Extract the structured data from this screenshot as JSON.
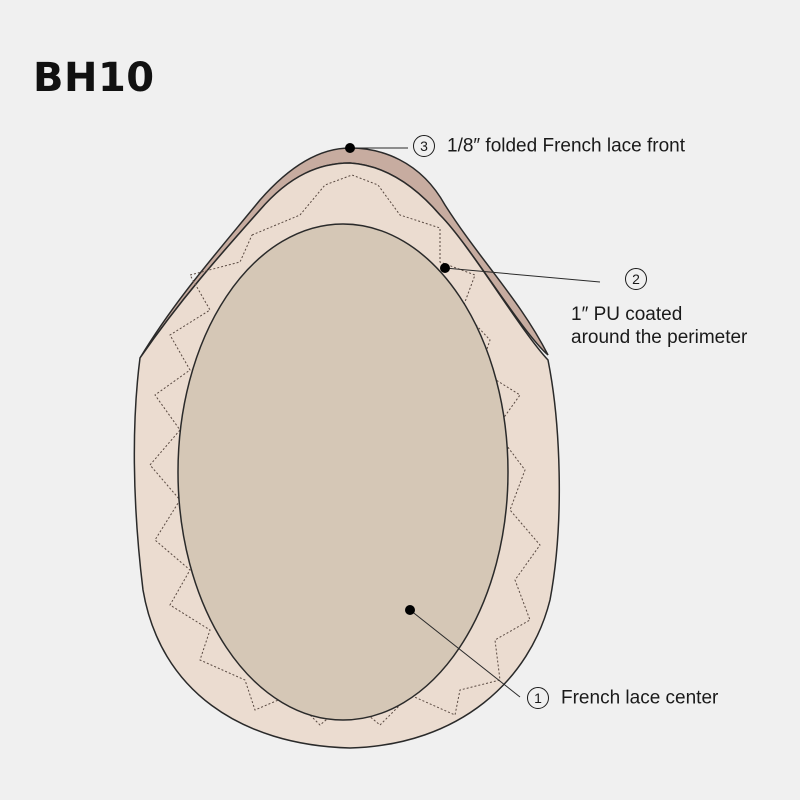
{
  "title": "BH10",
  "callouts": {
    "front": {
      "number": "3",
      "text": "1/8″   folded French lace front",
      "icon": "circled-number"
    },
    "perimeter": {
      "number": "2",
      "line1": "1″  PU coated",
      "line2": "around the perimeter",
      "icon": "circled-number"
    },
    "center": {
      "number": "1",
      "text": "French lace center",
      "icon": "circled-number"
    }
  },
  "colors": {
    "background": "#f0f0f0",
    "folded_front": "#c7aca0",
    "pu_perimeter": "#ebdcd0",
    "lace_center": "#d5c7b6",
    "outline": "#2a2a2a",
    "title": "#111111"
  }
}
